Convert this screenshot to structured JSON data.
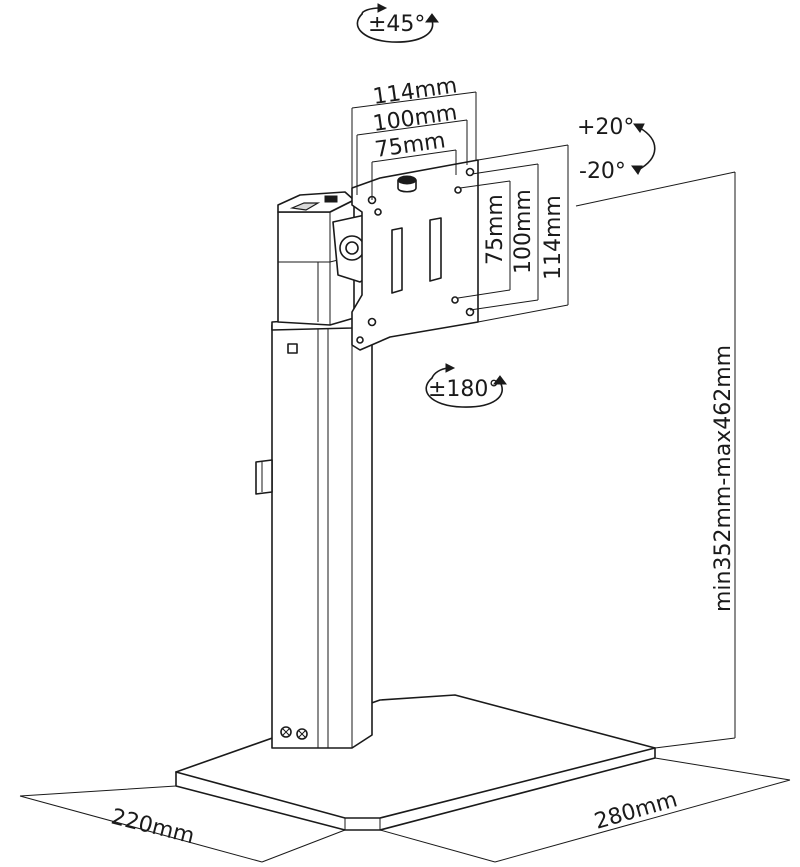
{
  "labels": {
    "swivel": "±45°",
    "vesa_outer_h": "114mm",
    "vesa_mid_h": "100mm",
    "vesa_inner_h": "75mm",
    "tilt_up": "+20°",
    "tilt_down": "-20°",
    "vesa_inner_v": "75mm",
    "vesa_mid_v": "100mm",
    "vesa_outer_v": "114mm",
    "rotation": "±180°",
    "height_range": "min352mm-max462mm",
    "base_depth": "220mm",
    "base_width": "280mm"
  }
}
